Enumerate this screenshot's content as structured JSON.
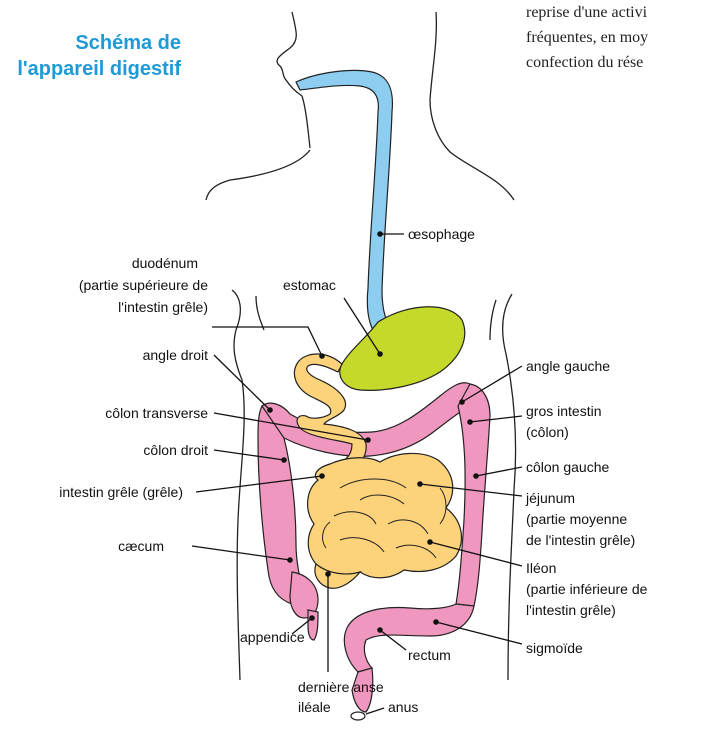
{
  "title": {
    "line1": "Schéma de",
    "line2": "l'appareil digestif"
  },
  "body_text": [
    "reprise d'une activi",
    "fréquentes, en moy",
    "confection du rése"
  ],
  "colors": {
    "title": "#1f9ad6",
    "esophagus": "#8ccdf0",
    "stomach": "#c5d92a",
    "small_intestine": "#fcd27a",
    "large_intestine": "#f097bf"
  },
  "labels": {
    "oesophage": "œsophage",
    "estomac": "estomac",
    "duodenum_1": "duodénum",
    "duodenum_2": "(partie supérieure de",
    "duodenum_3": "l'intestin grêle)",
    "angle_droit": "angle droit",
    "colon_transverse": "côlon transverse",
    "colon_droit": "côlon droit",
    "intestin_grele": "intestin grêle (grêle)",
    "caecum": "cæcum",
    "appendice": "appendice",
    "derniere_anse_1": "dernière anse",
    "derniere_anse_2": "iléale",
    "angle_gauche": "angle gauche",
    "gros_intestin_1": "gros intestin",
    "gros_intestin_2": "(côlon)",
    "colon_gauche": "côlon gauche",
    "jejunum_1": "jéjunum",
    "jejunum_2": "(partie moyenne",
    "jejunum_3": "de l'intestin grêle)",
    "ileon_1": "Iléon",
    "ileon_2": "(partie inférieure de",
    "ileon_3": "l'intestin grêle)",
    "sigmoide": "sigmoïde",
    "rectum": "rectum",
    "anus": "anus"
  }
}
